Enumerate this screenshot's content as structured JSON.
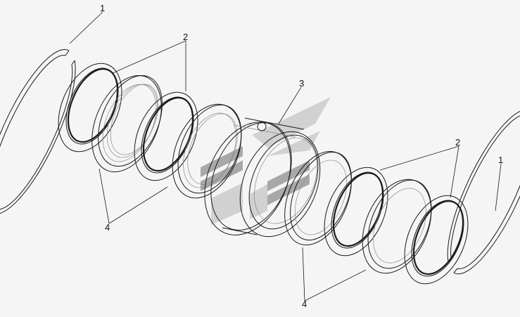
{
  "labels": {
    "l1_top": "1",
    "l2_top": "2",
    "l3": "3",
    "l4_left": "4",
    "l2_right": "2",
    "l1_right": "1",
    "l4_bottom": "4"
  },
  "colors": {
    "background": "#f5f5f5",
    "line": "#1a1a1a",
    "faint": "#8a8a8a",
    "watermark_dark": "#6a6a6a",
    "watermark_light": "#b4b4b4"
  },
  "watermark": {
    "icon": "grey-arrow-logo-watermark"
  }
}
